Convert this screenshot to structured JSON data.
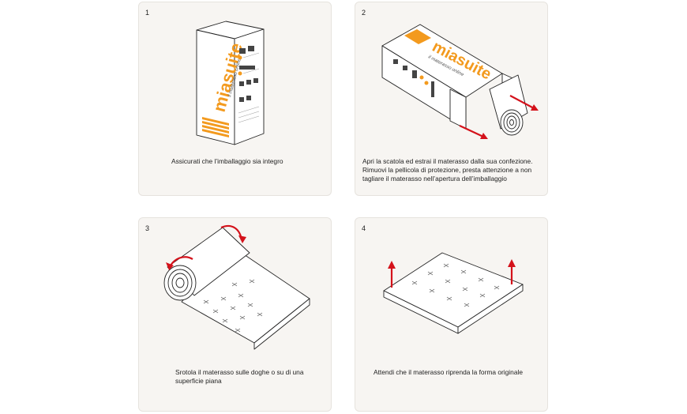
{
  "steps": [
    {
      "number": "1",
      "caption": "Assicurati che l’imballaggio sia integro"
    },
    {
      "number": "2",
      "caption": "Apri la scatola ed estrai il materasso dalla sua confezione. Rimuovi la pellicola di protezione, presta attenzione a non tagliare il materasso nell’apertura dell’imballaggio"
    },
    {
      "number": "3",
      "caption": "Srotola il materasso sulle doghe o su di una superficie piana"
    },
    {
      "number": "4",
      "caption": "Attendi che il materasso riprenda la forma originale"
    }
  ],
  "brand": {
    "logo": "miasuite",
    "tagline": "il materasso online"
  },
  "colors": {
    "accent": "#f39a1e",
    "arrow": "#d4121b",
    "card": "#f7f5f2"
  }
}
